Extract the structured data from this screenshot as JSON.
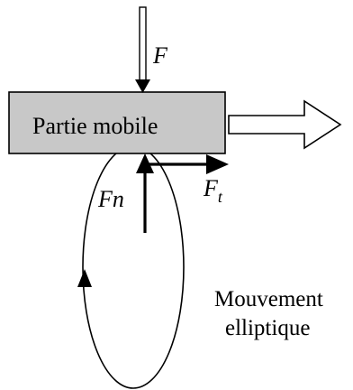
{
  "diagram": {
    "block_label": "Partie mobile",
    "force_F": "F",
    "force_Fn": "Fn",
    "force_Ft_main": "F",
    "force_Ft_sub": "t",
    "motion_line1": "Mouvement",
    "motion_line2": "elliptique"
  },
  "colors": {
    "block_fill": "#c8c8c8",
    "stroke": "#000000",
    "background": "#ffffff"
  }
}
